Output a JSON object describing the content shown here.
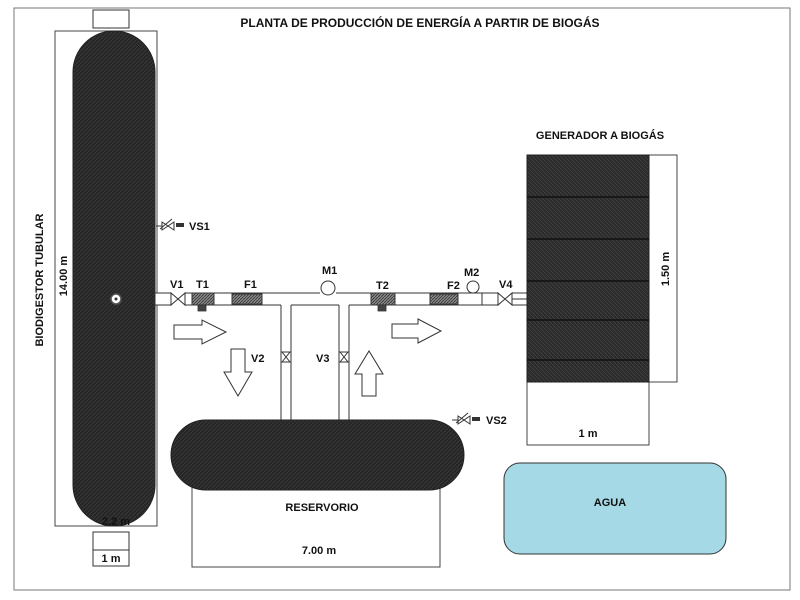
{
  "title": "PLANTA DE PRODUCCIÓN DE ENERGÍA A PARTIR DE BIOGÁS",
  "biodigester": {
    "name": "BIODIGESTOR TUBULAR",
    "length": "14.00 m",
    "width": "2.2 m",
    "base": "1 m"
  },
  "generator": {
    "name": "GENERADOR A BIOGÁS",
    "height": "1.50 m",
    "width": "1 m"
  },
  "reservoir": {
    "name": "RESERVORIO",
    "length": "7.00 m"
  },
  "water": {
    "name": "AGUA"
  },
  "components": {
    "v1": "V1",
    "t1": "T1",
    "f1": "F1",
    "m1": "M1",
    "t2": "T2",
    "f2": "F2",
    "m2": "M2",
    "v4": "V4",
    "v2": "V2",
    "v3": "V3",
    "vs1": "VS1",
    "vs2": "VS2"
  },
  "colors": {
    "tank_fill": "#262626",
    "water_fill": "#a5d9e6",
    "pipe_stroke": "#333333"
  }
}
